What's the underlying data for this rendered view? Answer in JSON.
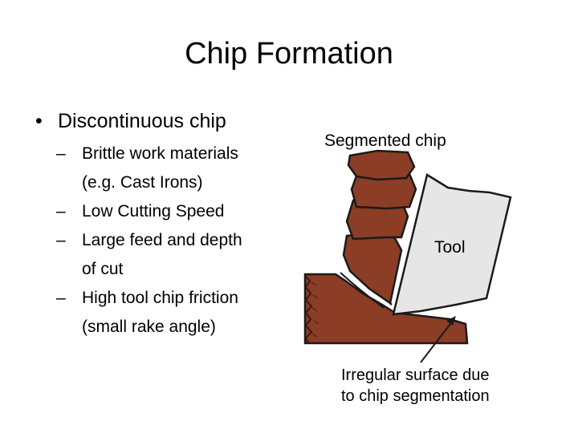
{
  "slide": {
    "title": "Chip Formation",
    "bullet": {
      "marker": "•",
      "text": "Discontinuous chip"
    },
    "sub_marker": "–",
    "sub_items": [
      {
        "line1": "Brittle work materials",
        "line2": "(e.g. Cast Irons)"
      },
      {
        "line1": "Low Cutting Speed",
        "line2": ""
      },
      {
        "line1": "Large feed and depth",
        "line2": "of cut"
      },
      {
        "line1": "High tool chip friction",
        "line2": "(small rake angle)"
      }
    ]
  },
  "diagram": {
    "label_chip": "Segmented chip",
    "label_tool": "Tool",
    "label_surface_line1": "Irregular surface due",
    "label_surface_line2": "to chip segmentation",
    "colors": {
      "chip": "#8b3d25",
      "chip_outline": "#1a1a1a",
      "tool": "#e6e6e6"
    }
  }
}
